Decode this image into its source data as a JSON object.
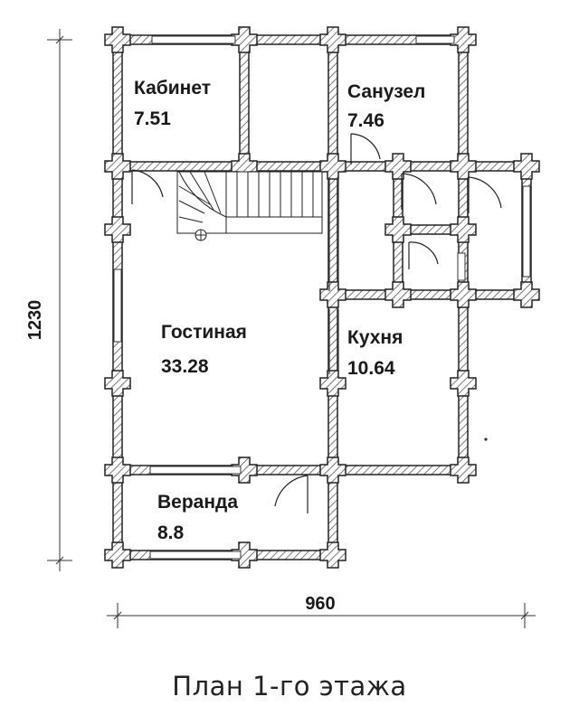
{
  "colors": {
    "background": "#ffffff",
    "wall_hatch": "#555555",
    "line": "#333333"
  },
  "rooms": [
    {
      "id": "cabinet",
      "name": "Кабинет",
      "area": "7.51"
    },
    {
      "id": "bathroom",
      "name": "Санузел",
      "area": "7.46"
    },
    {
      "id": "living",
      "name": "Гостиная",
      "area": "33.28"
    },
    {
      "id": "kitchen",
      "name": "Кухня",
      "area": "10.64"
    },
    {
      "id": "veranda",
      "name": "Веранда",
      "area": "8.8"
    }
  ],
  "dimensions": {
    "width": "960",
    "height": "1230"
  },
  "caption": "План 1-го этажа"
}
